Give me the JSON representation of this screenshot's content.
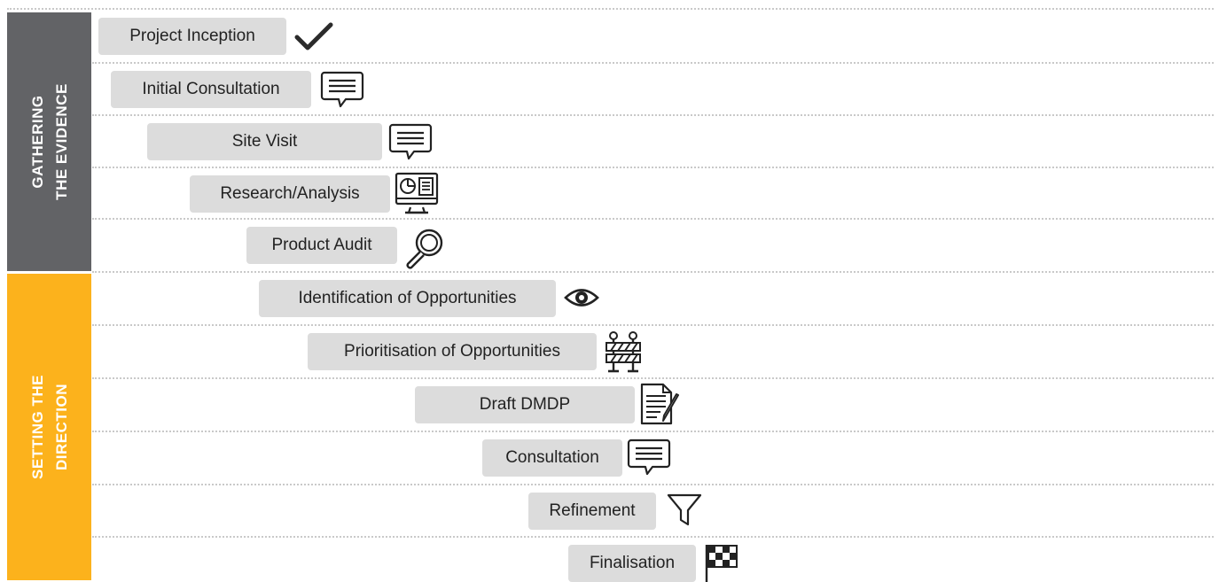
{
  "phases": [
    {
      "line1": "GATHERING",
      "line2": "THE EVIDENCE",
      "color": "#626366"
    },
    {
      "line1": "SETTING THE",
      "line2": "DIRECTION",
      "color": "#fcb21c"
    }
  ],
  "steps": [
    {
      "label": "Project Inception",
      "icon": "check-icon"
    },
    {
      "label": "Initial Consultation",
      "icon": "speech-bubble-icon"
    },
    {
      "label": "Site Visit",
      "icon": "speech-bubble-icon"
    },
    {
      "label": "Research/Analysis",
      "icon": "analytics-monitor-icon"
    },
    {
      "label": "Product Audit",
      "icon": "magnifying-glass-icon"
    },
    {
      "label": "Identification of Opportunities",
      "icon": "eye-icon"
    },
    {
      "label": "Prioritisation of Opportunities",
      "icon": "roadblock-icon"
    },
    {
      "label": "Draft DMDP",
      "icon": "document-pen-icon"
    },
    {
      "label": "Consultation",
      "icon": "speech-bubble-icon"
    },
    {
      "label": "Refinement",
      "icon": "funnel-icon"
    },
    {
      "label": "Finalisation",
      "icon": "checkered-flag-icon"
    }
  ]
}
